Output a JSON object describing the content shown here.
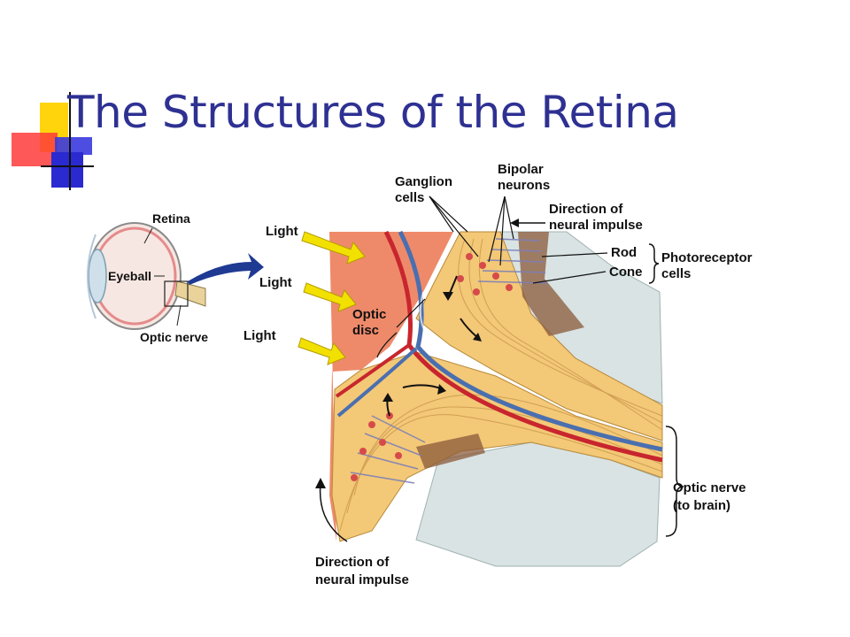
{
  "slide": {
    "title": "The Structures of the Retina"
  },
  "diagram": {
    "eye_labels": {
      "retina": "Retina",
      "eyeball": "Eyeball",
      "optic_nerve": "Optic nerve"
    },
    "light_labels": [
      "Light",
      "Light",
      "Light"
    ],
    "optic_disc": [
      "Optic",
      "disc"
    ],
    "ganglion": [
      "Ganglion",
      "cells"
    ],
    "bipolar": [
      "Bipolar",
      "neurons"
    ],
    "direction_top": [
      "Direction of",
      "neural impulse"
    ],
    "rod": "Rod",
    "cone": "Cone",
    "photoreceptor": [
      "Photoreceptor",
      "cells"
    ],
    "optic_nerve_brain": [
      "Optic nerve",
      "(to brain)"
    ],
    "direction_bottom": [
      "Direction of",
      "neural impulse"
    ]
  },
  "colors": {
    "title": "#2e3192",
    "background_tissue": "#ee8a6a",
    "nerve_fibers": "#f3c877",
    "sclera": "#d9e3e3",
    "arrow_light": "#f2e100",
    "arrow_eye": "#1f3a93"
  }
}
